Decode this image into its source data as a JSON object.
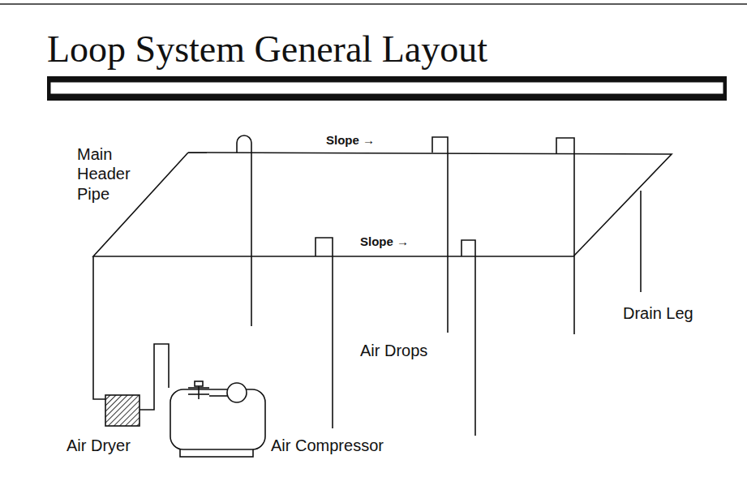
{
  "diagram": {
    "title": "Loop System General Layout",
    "labels": [
      "Main Header Pipe",
      "Slope →",
      "Slope →",
      "Drain Leg",
      "Air Drops",
      "Air Dryer",
      "Air Compressor"
    ]
  }
}
